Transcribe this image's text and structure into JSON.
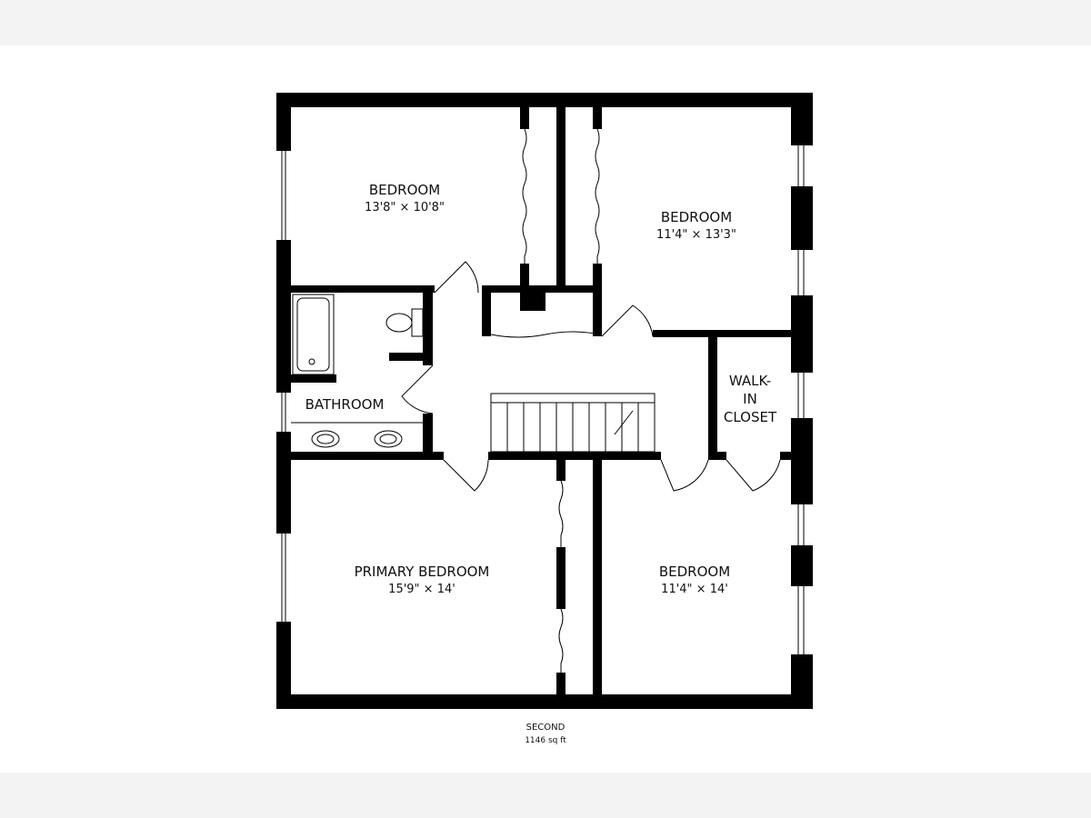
{
  "floor": {
    "name": "SECOND",
    "area": "1146 sq ft"
  },
  "rooms": [
    {
      "name": "BEDROOM",
      "dims": "13'8\" × 10'8\""
    },
    {
      "name": "BEDROOM",
      "dims": "11'4\" × 13'3\""
    },
    {
      "name": "BATHROOM"
    },
    {
      "name_lines": [
        "WALK-",
        "IN",
        "CLOSET"
      ]
    },
    {
      "name": "PRIMARY BEDROOM",
      "dims": "15'9\" × 14'"
    },
    {
      "name": "BEDROOM",
      "dims": "11'4\" × 14'"
    }
  ],
  "colors": {
    "wall": "#000000",
    "background": "#ffffff",
    "margin": "#f3f3f3"
  }
}
